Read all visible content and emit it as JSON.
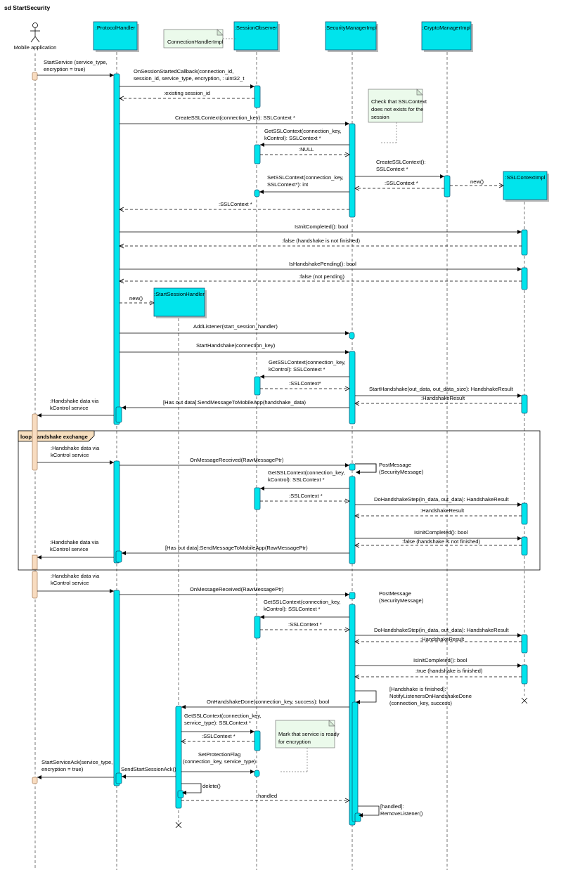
{
  "title": "sd StartSecurity",
  "participants": [
    {
      "id": "mobile",
      "label": "Mobile application",
      "kind": "actor"
    },
    {
      "id": "ph",
      "label": ":ProtocolHandler",
      "kind": "object"
    },
    {
      "id": "so",
      "label": ":SessionObserver",
      "kind": "object"
    },
    {
      "id": "sm",
      "label": ":SecurityManagerImpl",
      "kind": "object"
    },
    {
      "id": "cm",
      "label": ":CryptoManagerImpl",
      "kind": "object"
    },
    {
      "id": "ssl",
      "label": ":SSLContextImpl",
      "kind": "object"
    },
    {
      "id": "ssh",
      "label": ":StartSessionHandler",
      "kind": "object"
    }
  ],
  "notes": [
    {
      "id": "note-connection-handler",
      "lines": [
        "ConnectionHandlerImpl"
      ]
    },
    {
      "id": "note-check-ssl",
      "lines": [
        "Check that SSLContext",
        "does not exists for the",
        "session"
      ]
    },
    {
      "id": "note-mark-service",
      "lines": [
        "Mark that service is ready",
        "for encryption"
      ]
    }
  ],
  "loop": {
    "label": "loop Handshake exchange"
  },
  "messages": [
    {
      "lines": [
        "StartService (service_type,",
        "encryption = true)"
      ]
    },
    {
      "lines": [
        "OnSessionStartedCallback(connection_id,",
        "session_id, service_type, encryption, : uint32_t"
      ]
    },
    {
      "lines": [
        ":existing session_id"
      ]
    },
    {
      "lines": [
        "CreateSSLContext(connection_key): SSLContext *"
      ]
    },
    {
      "lines": [
        "GetSSLContext(connection_key,",
        "kControl): SSLContext *"
      ]
    },
    {
      "lines": [
        ":NULL"
      ]
    },
    {
      "lines": [
        "CreateSSLContext():",
        "SSLContext *"
      ]
    },
    {
      "lines": [
        "new()"
      ]
    },
    {
      "lines": [
        ":SSLContext *"
      ]
    },
    {
      "lines": [
        "SetSSLContext(connection_key,",
        "SSLContext*): int"
      ]
    },
    {
      "lines": [
        ":SSLContext *"
      ]
    },
    {
      "lines": [
        "IsInitCompleted(): bool"
      ]
    },
    {
      "lines": [
        ":false (handshake is not finished)"
      ]
    },
    {
      "lines": [
        "IsHandshakePending(): bool"
      ]
    },
    {
      "lines": [
        ":false (not pending)"
      ]
    },
    {
      "lines": [
        "new()"
      ]
    },
    {
      "lines": [
        "AddListener(start_session_handler)"
      ]
    },
    {
      "lines": [
        "StartHandshake(connection_key)"
      ]
    },
    {
      "lines": [
        "GetSSLContext(connection_key,",
        "kControl): SSLContext *"
      ]
    },
    {
      "lines": [
        ":SSLContext*"
      ]
    },
    {
      "lines": [
        "StartHandshake(out_data, out_data_size): HandshakeResult"
      ]
    },
    {
      "lines": [
        ":HandshakeResult"
      ]
    },
    {
      "lines": [
        "[Has out data]:SendMessageToMobileApp(handshake_data)"
      ]
    },
    {
      "lines": [
        ":Handshake data via",
        "kControl service"
      ]
    },
    {
      "lines": [
        ":Handshake data via",
        "kControl service"
      ]
    },
    {
      "lines": [
        "OnMessageReceived(RawMessagePtr)"
      ]
    },
    {
      "lines": [
        "PostMessage",
        "(SecurityMessage)"
      ]
    },
    {
      "lines": [
        "GetSSLContext(connection_key,",
        "kControl): SSLContext *"
      ]
    },
    {
      "lines": [
        ":SSLContext *"
      ]
    },
    {
      "lines": [
        "DoHandshakeStep(in_data, out_data): HandshakeResult"
      ]
    },
    {
      "lines": [
        ":HandshakeResult"
      ]
    },
    {
      "lines": [
        "IsInitCompleted(): bool"
      ]
    },
    {
      "lines": [
        ":false (handshake is not finished)"
      ]
    },
    {
      "lines": [
        "[Has out data]:SendMessageToMobileApp(RawMessagePtr)"
      ]
    },
    {
      "lines": [
        ":Handshake data via",
        "kControl service"
      ]
    },
    {
      "lines": [
        ":Handshake data via",
        "kControl service"
      ]
    },
    {
      "lines": [
        "OnMessageReceived(RawMessagePtr)"
      ]
    },
    {
      "lines": [
        "PostMessage",
        "(SecurityMessage)"
      ]
    },
    {
      "lines": [
        "GetSSLContext(connection_key,",
        "kControl): SSLContext *"
      ]
    },
    {
      "lines": [
        ":SSLContext *"
      ]
    },
    {
      "lines": [
        "DoHandshakeStep(in_data, out_data): HandshakeResult"
      ]
    },
    {
      "lines": [
        ":HandshakeResult"
      ]
    },
    {
      "lines": [
        "IsInitCompleted(): bool"
      ]
    },
    {
      "lines": [
        ":true (handshake is finished)"
      ]
    },
    {
      "lines": [
        "[Handshake is finished]:",
        "NotifyListenersOnHandshakeDone",
        "(connection_key, success)"
      ]
    },
    {
      "lines": [
        "OnHandshakeDone(connection_key, success): bool"
      ]
    },
    {
      "lines": [
        "GetSSLContext(connection_key,",
        "service_type): SSLContext *"
      ]
    },
    {
      "lines": [
        ":SSLContext *"
      ]
    },
    {
      "lines": [
        "SetProtectionFlag",
        "(connection_key, service_type)"
      ]
    },
    {
      "lines": [
        "StartServiceAck(service_type,",
        "encryption = true)"
      ]
    },
    {
      "lines": [
        "SendStartSessionAck()"
      ]
    },
    {
      "lines": [
        "delete()"
      ]
    },
    {
      "lines": [
        ":handled"
      ]
    },
    {
      "lines": [
        "[handled]:",
        "RemoveListener()"
      ]
    }
  ],
  "colors": {
    "object_fill": "#00e4ec",
    "object_border": "#0a5a7a",
    "actor_activation": "#f8dcc0",
    "note_fill": "#ebfaeb",
    "loop_header": "#f7dfbf"
  }
}
